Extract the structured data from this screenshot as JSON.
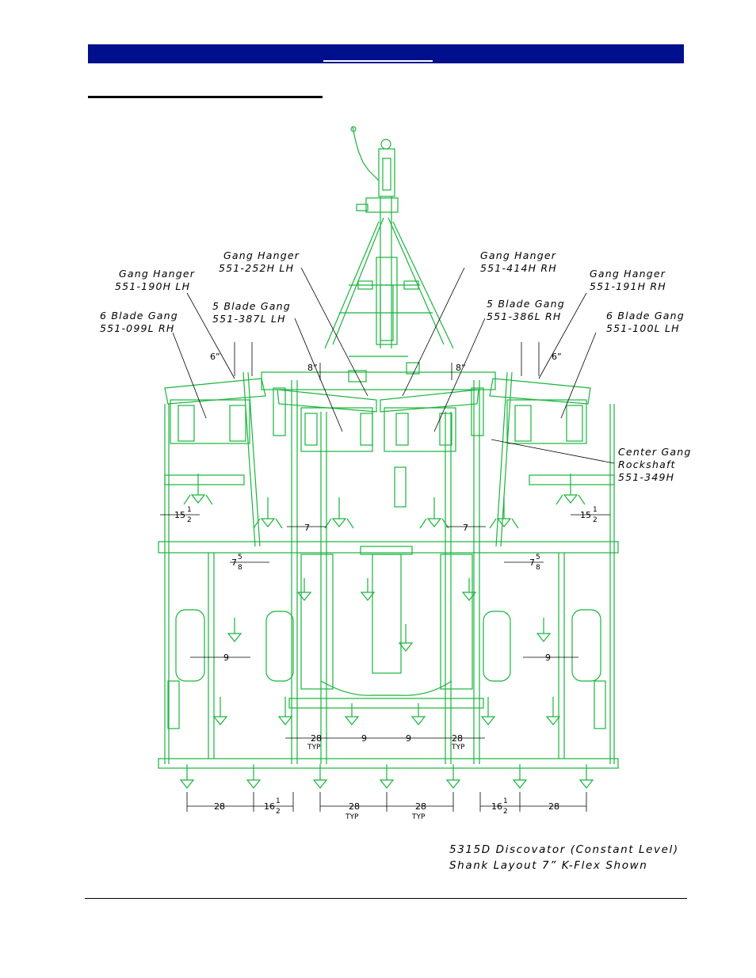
{
  "colors": {
    "header": "#000f8c",
    "drawing": "#19b43c",
    "text": "#000000"
  },
  "labels": {
    "gang_hanger_252": [
      "Gang Hanger",
      "551-252H LH"
    ],
    "gang_hanger_414": [
      "Gang Hanger",
      "551-414H RH"
    ],
    "gang_hanger_190": [
      "Gang Hanger",
      "551-190H LH"
    ],
    "gang_hanger_191": [
      "Gang Hanger",
      "551-191H RH"
    ],
    "blade5_387": [
      "5 Blade Gang",
      "551-387L LH"
    ],
    "blade5_386": [
      "5 Blade Gang",
      "551-386L RH"
    ],
    "blade6_099": [
      "6 Blade Gang",
      "551-099L RH"
    ],
    "blade6_100": [
      "6 Blade Gang",
      "551-100L LH"
    ],
    "rockshaft": [
      "Center Gang",
      "Rockshaft",
      "551-349H"
    ]
  },
  "dimensions": {
    "six_inch": "6”",
    "eight_inch": "8”",
    "seven": "7",
    "nine": "9",
    "fifteen": "15",
    "twenty_eight": "28",
    "sixteen": "16",
    "typ": "TYP",
    "frac_whole": "1",
    "frac_half": "2",
    "seven_eighths_whole": "7",
    "frac_5": "5",
    "frac_8": "8"
  },
  "caption": [
    "5315D Discovator (Constant Level)",
    "Shank Layout 7”    K-Flex Shown"
  ]
}
